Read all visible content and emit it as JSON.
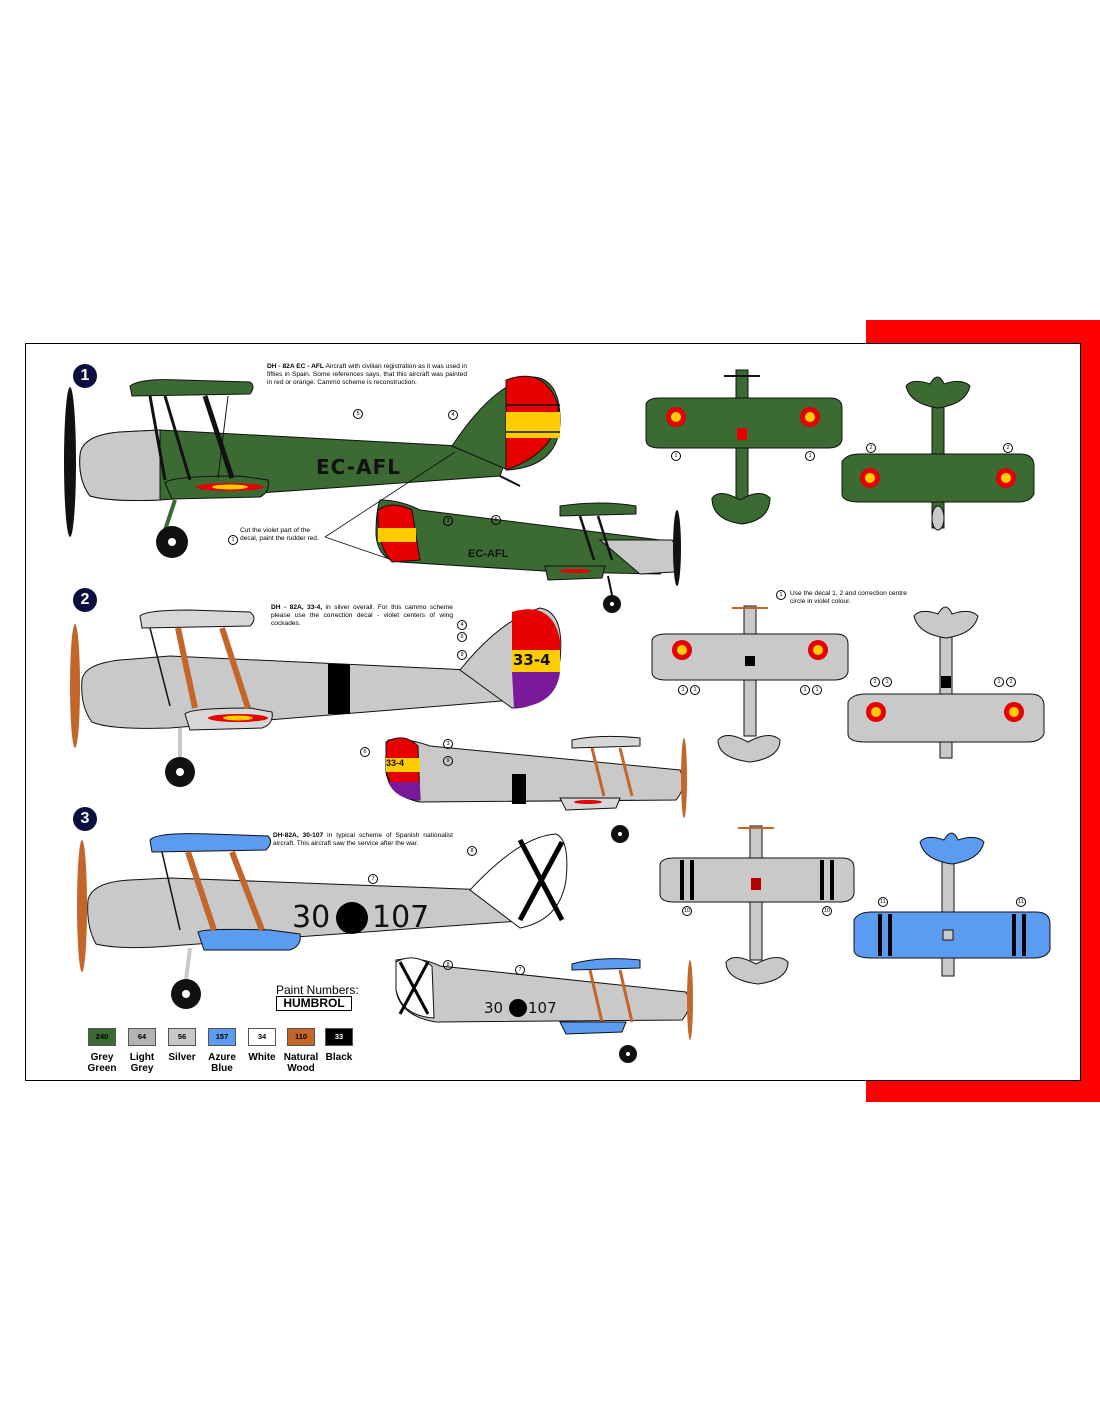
{
  "aircraft": [
    {
      "number": "1",
      "description_bold": "DH - 82A EC - AFL",
      "description": "Aircraft with civilian registration as it was used in fifties in Spain. Some references says, that this aircraft was painted in red or orange. Cammo scheme is reconstruction.",
      "registration": "EC-AFL",
      "registration_small": "EC-AFL",
      "note_number": "1",
      "note": "Cut the violet part of the decal, paint the rudder red."
    },
    {
      "number": "2",
      "description_bold": "DH - 82A, 33-4,",
      "description": "in silver overall. For this cammo scheme please use the correction decal - violet centers of wing cockades.",
      "tail_code": "33-4",
      "tail_code_small": "33-4",
      "note_number": "1",
      "note": "Use the decal 1, 2 and correction centre circle in violet colour."
    },
    {
      "number": "3",
      "description_bold": "DH-82A, 30-107",
      "description": "in typical scheme of Spanish nationalist aircraft. This aircraft saw the service after the war.",
      "code_left": "30",
      "code_right": "107",
      "code_left_small": "30",
      "code_right_small": "107"
    }
  ],
  "paint": {
    "title": "Paint Numbers:",
    "brand": "HUMBROL",
    "swatches": [
      {
        "code": "240",
        "name1": "Grey",
        "name2": "Green",
        "color": "#3b6a32"
      },
      {
        "code": "64",
        "name1": "Light",
        "name2": "Grey",
        "color": "#b3b3b3"
      },
      {
        "code": "56",
        "name1": "Silver",
        "name2": "",
        "color": "#c8c8c8"
      },
      {
        "code": "157",
        "name1": "Azure",
        "name2": "Blue",
        "color": "#5b9bf0"
      },
      {
        "code": "34",
        "name1": "White",
        "name2": "",
        "color": "#ffffff"
      },
      {
        "code": "110",
        "name1": "Natural",
        "name2": "Wood",
        "color": "#c4662a"
      },
      {
        "code": "33",
        "name1": "Black",
        "name2": "",
        "color": "#000000"
      }
    ]
  },
  "colors": {
    "accent_band": "#ff0000",
    "grey_green": "#3b6a32",
    "silver": "#c9c9c9",
    "azure": "#5b9bf0",
    "wood": "#c4662a",
    "badge": "#0b0f3f"
  },
  "callouts": {
    "c1": "1",
    "c2": "2",
    "c3": "3",
    "c4": "4",
    "c5": "5",
    "c6": "6",
    "c7": "7",
    "c8": "8",
    "c9": "9",
    "c10": "10",
    "c11": "11"
  }
}
